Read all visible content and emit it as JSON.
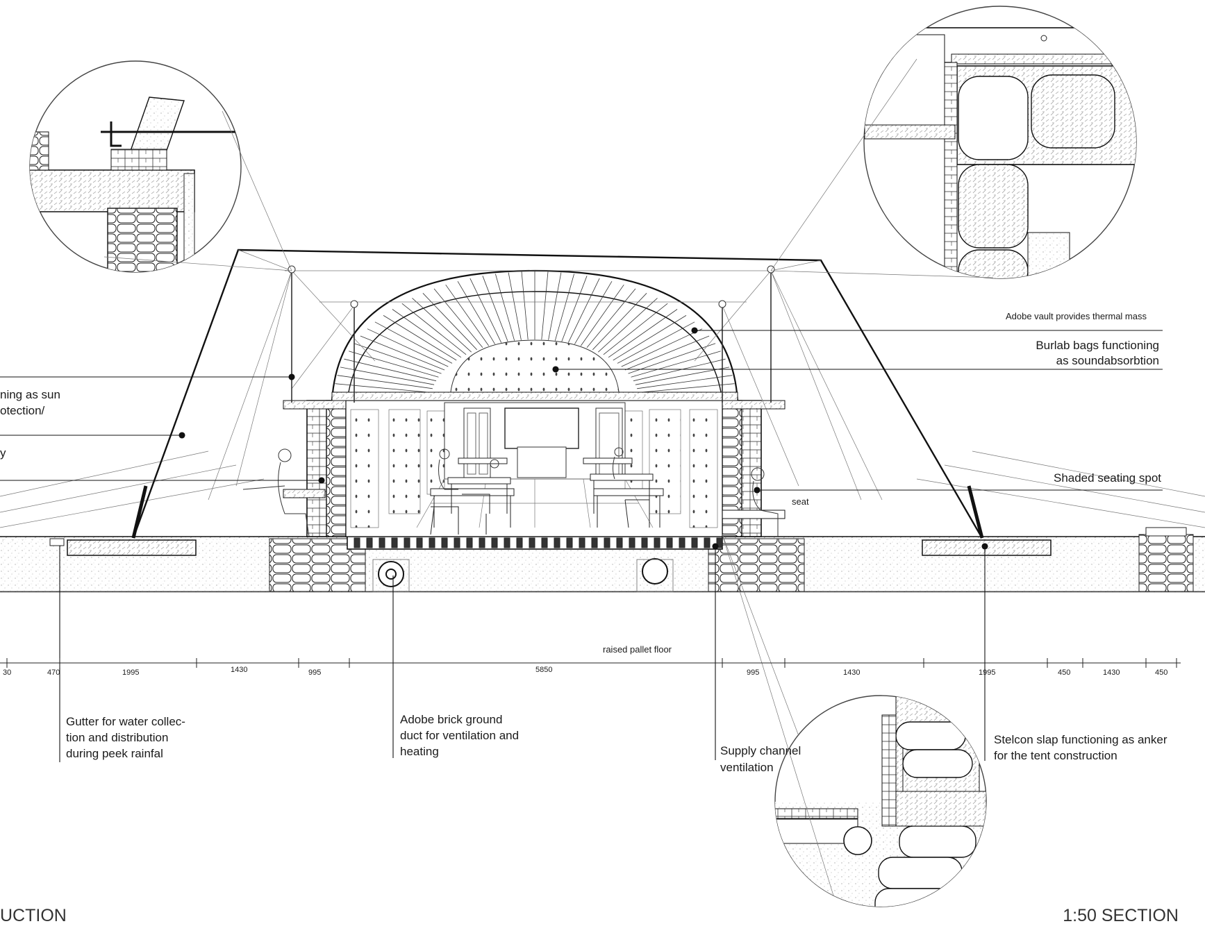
{
  "annotations": {
    "adobe_vault": "Adobe vault provides thermal mass",
    "burlap_line1": "Burlab  bags  functioning",
    "burlap_line2": "as soundabsorbtion",
    "sun_line1": "ning as sun",
    "sun_line2": "otection/",
    "left_partial_y": "y",
    "shaded_seating": "Shaded seating spot",
    "seat": "seat",
    "raised_floor": "raised pallet floor",
    "gutter_line1": "Gutter for water collec-",
    "gutter_line2": "tion and distribution",
    "gutter_line3": "during peek rainfal",
    "duct_line1": "Adobe brick ground",
    "duct_line2": "duct for ventilation and",
    "duct_line3": "heating",
    "supply_line1": "Supply channel",
    "supply_line2": "ventilation",
    "stelcon_line1": "Stelcon slap functioning as anker",
    "stelcon_line2": "for the tent construction"
  },
  "dimensions": [
    "30",
    "470",
    "1995",
    "1430",
    "995",
    "5850",
    "995",
    "1430",
    "1995",
    "450",
    "1430",
    "450"
  ],
  "titles": {
    "left": "UCTION",
    "right": "1:50 SECTION"
  }
}
